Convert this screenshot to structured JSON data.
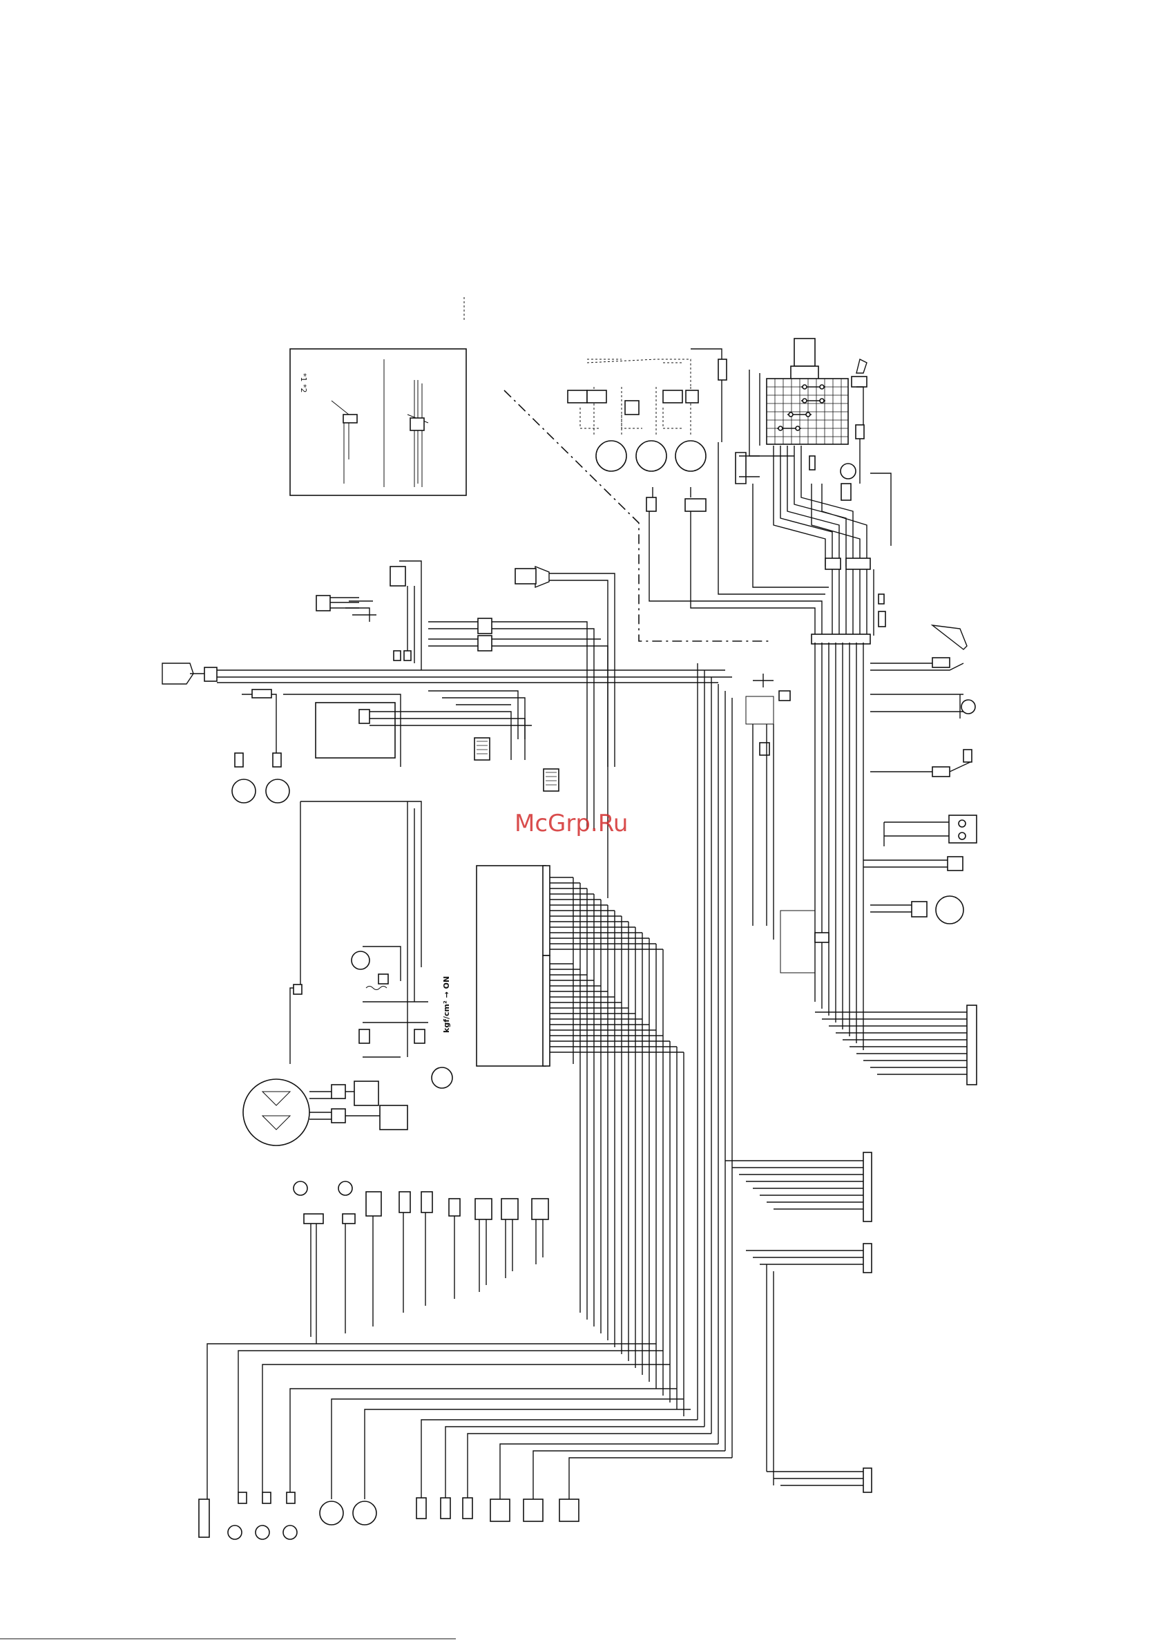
{
  "diagram": {
    "watermark": "McGrp.Ru",
    "inset_label": "*1 *2",
    "pressure_label": "kgf/cm² → ON"
  },
  "colors": {
    "line": "#111111",
    "watermark": "#d32f2f",
    "background": "#ffffff"
  },
  "icons": [
    "ignition-key-icon",
    "fuse-box-icon",
    "gauge-icon",
    "motor-icon",
    "relay-icon",
    "connector-icon",
    "lamp-icon",
    "generator-icon",
    "battery-icon",
    "horn-icon",
    "switch-icon",
    "sensor-icon"
  ]
}
